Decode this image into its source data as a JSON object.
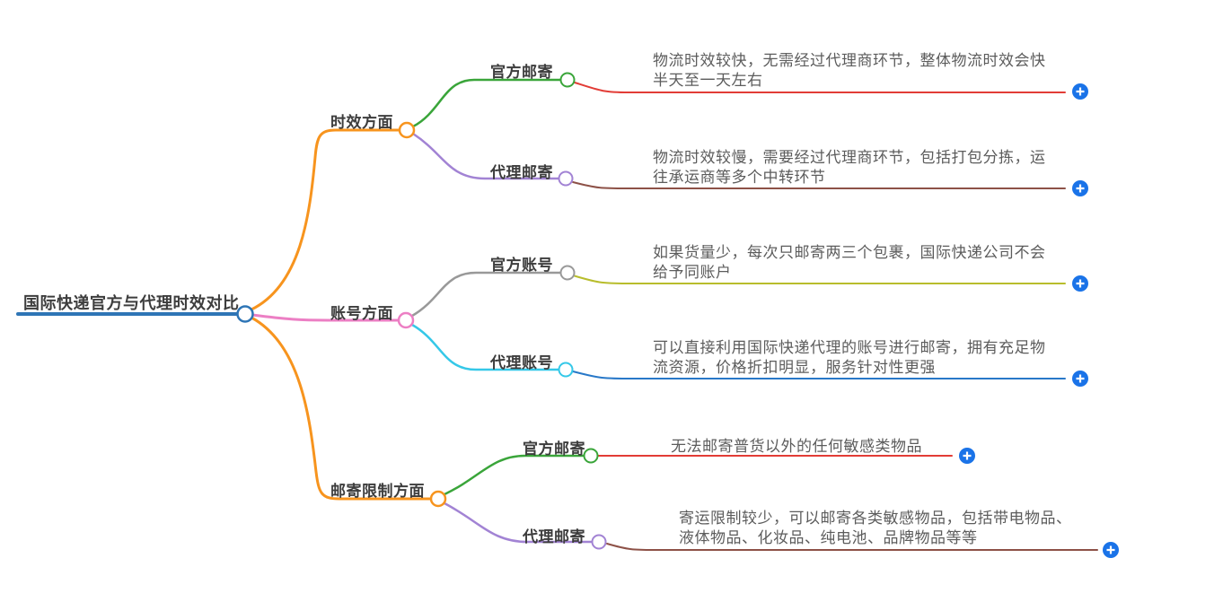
{
  "background": "#ffffff",
  "root": {
    "label": "国际快递官方与代理时效对比",
    "color": "#2e75b6"
  },
  "branches": [
    {
      "label": "时效方面",
      "color": "#f7941e",
      "children": [
        {
          "label": "官方邮寄",
          "color": "#3aa53a",
          "leaf": {
            "color": "#e23c36",
            "lines": [
              "物流时效较快，无需经过代理商环节，整体物流时效会快",
              "半天至一天左右"
            ]
          }
        },
        {
          "label": "代理邮寄",
          "color": "#a283d4",
          "leaf": {
            "color": "#8d5147",
            "lines": [
              "物流时效较慢，需要经过代理商环节，包括打包分拣，运",
              "往承运商等多个中转环节"
            ]
          }
        }
      ]
    },
    {
      "label": "账号方面",
      "color": "#ec7fc4",
      "children": [
        {
          "label": "官方账号",
          "color": "#999999",
          "leaf": {
            "color": "#b8bd2c",
            "lines": [
              "如果货量少，每次只邮寄两三个包裹，国际快递公司不会",
              "给予同账户"
            ]
          }
        },
        {
          "label": "代理账号",
          "color": "#35c8e8",
          "leaf": {
            "color": "#2878c8",
            "lines": [
              "可以直接利用国际快递代理的账号进行邮寄，拥有充足物",
              "流资源，价格折扣明显，服务针对性更强"
            ]
          }
        }
      ]
    },
    {
      "label": "邮寄限制方面",
      "color": "#f7941e",
      "children": [
        {
          "label": "官方邮寄",
          "color": "#3aa53a",
          "leaf": {
            "color": "#e23c36",
            "lines": [
              "无法邮寄普货以外的任何敏感类物品"
            ]
          }
        },
        {
          "label": "代理邮寄",
          "color": "#a283d4",
          "leaf": {
            "color": "#8d5147",
            "lines": [
              "寄运限制较少，可以邮寄各类敏感物品，包括带电物品、",
              "液体物品、化妆品、纯电池、品牌物品等等"
            ]
          }
        }
      ]
    }
  ],
  "plus_button": {
    "glyph": "+",
    "color": "#1a73e8"
  }
}
